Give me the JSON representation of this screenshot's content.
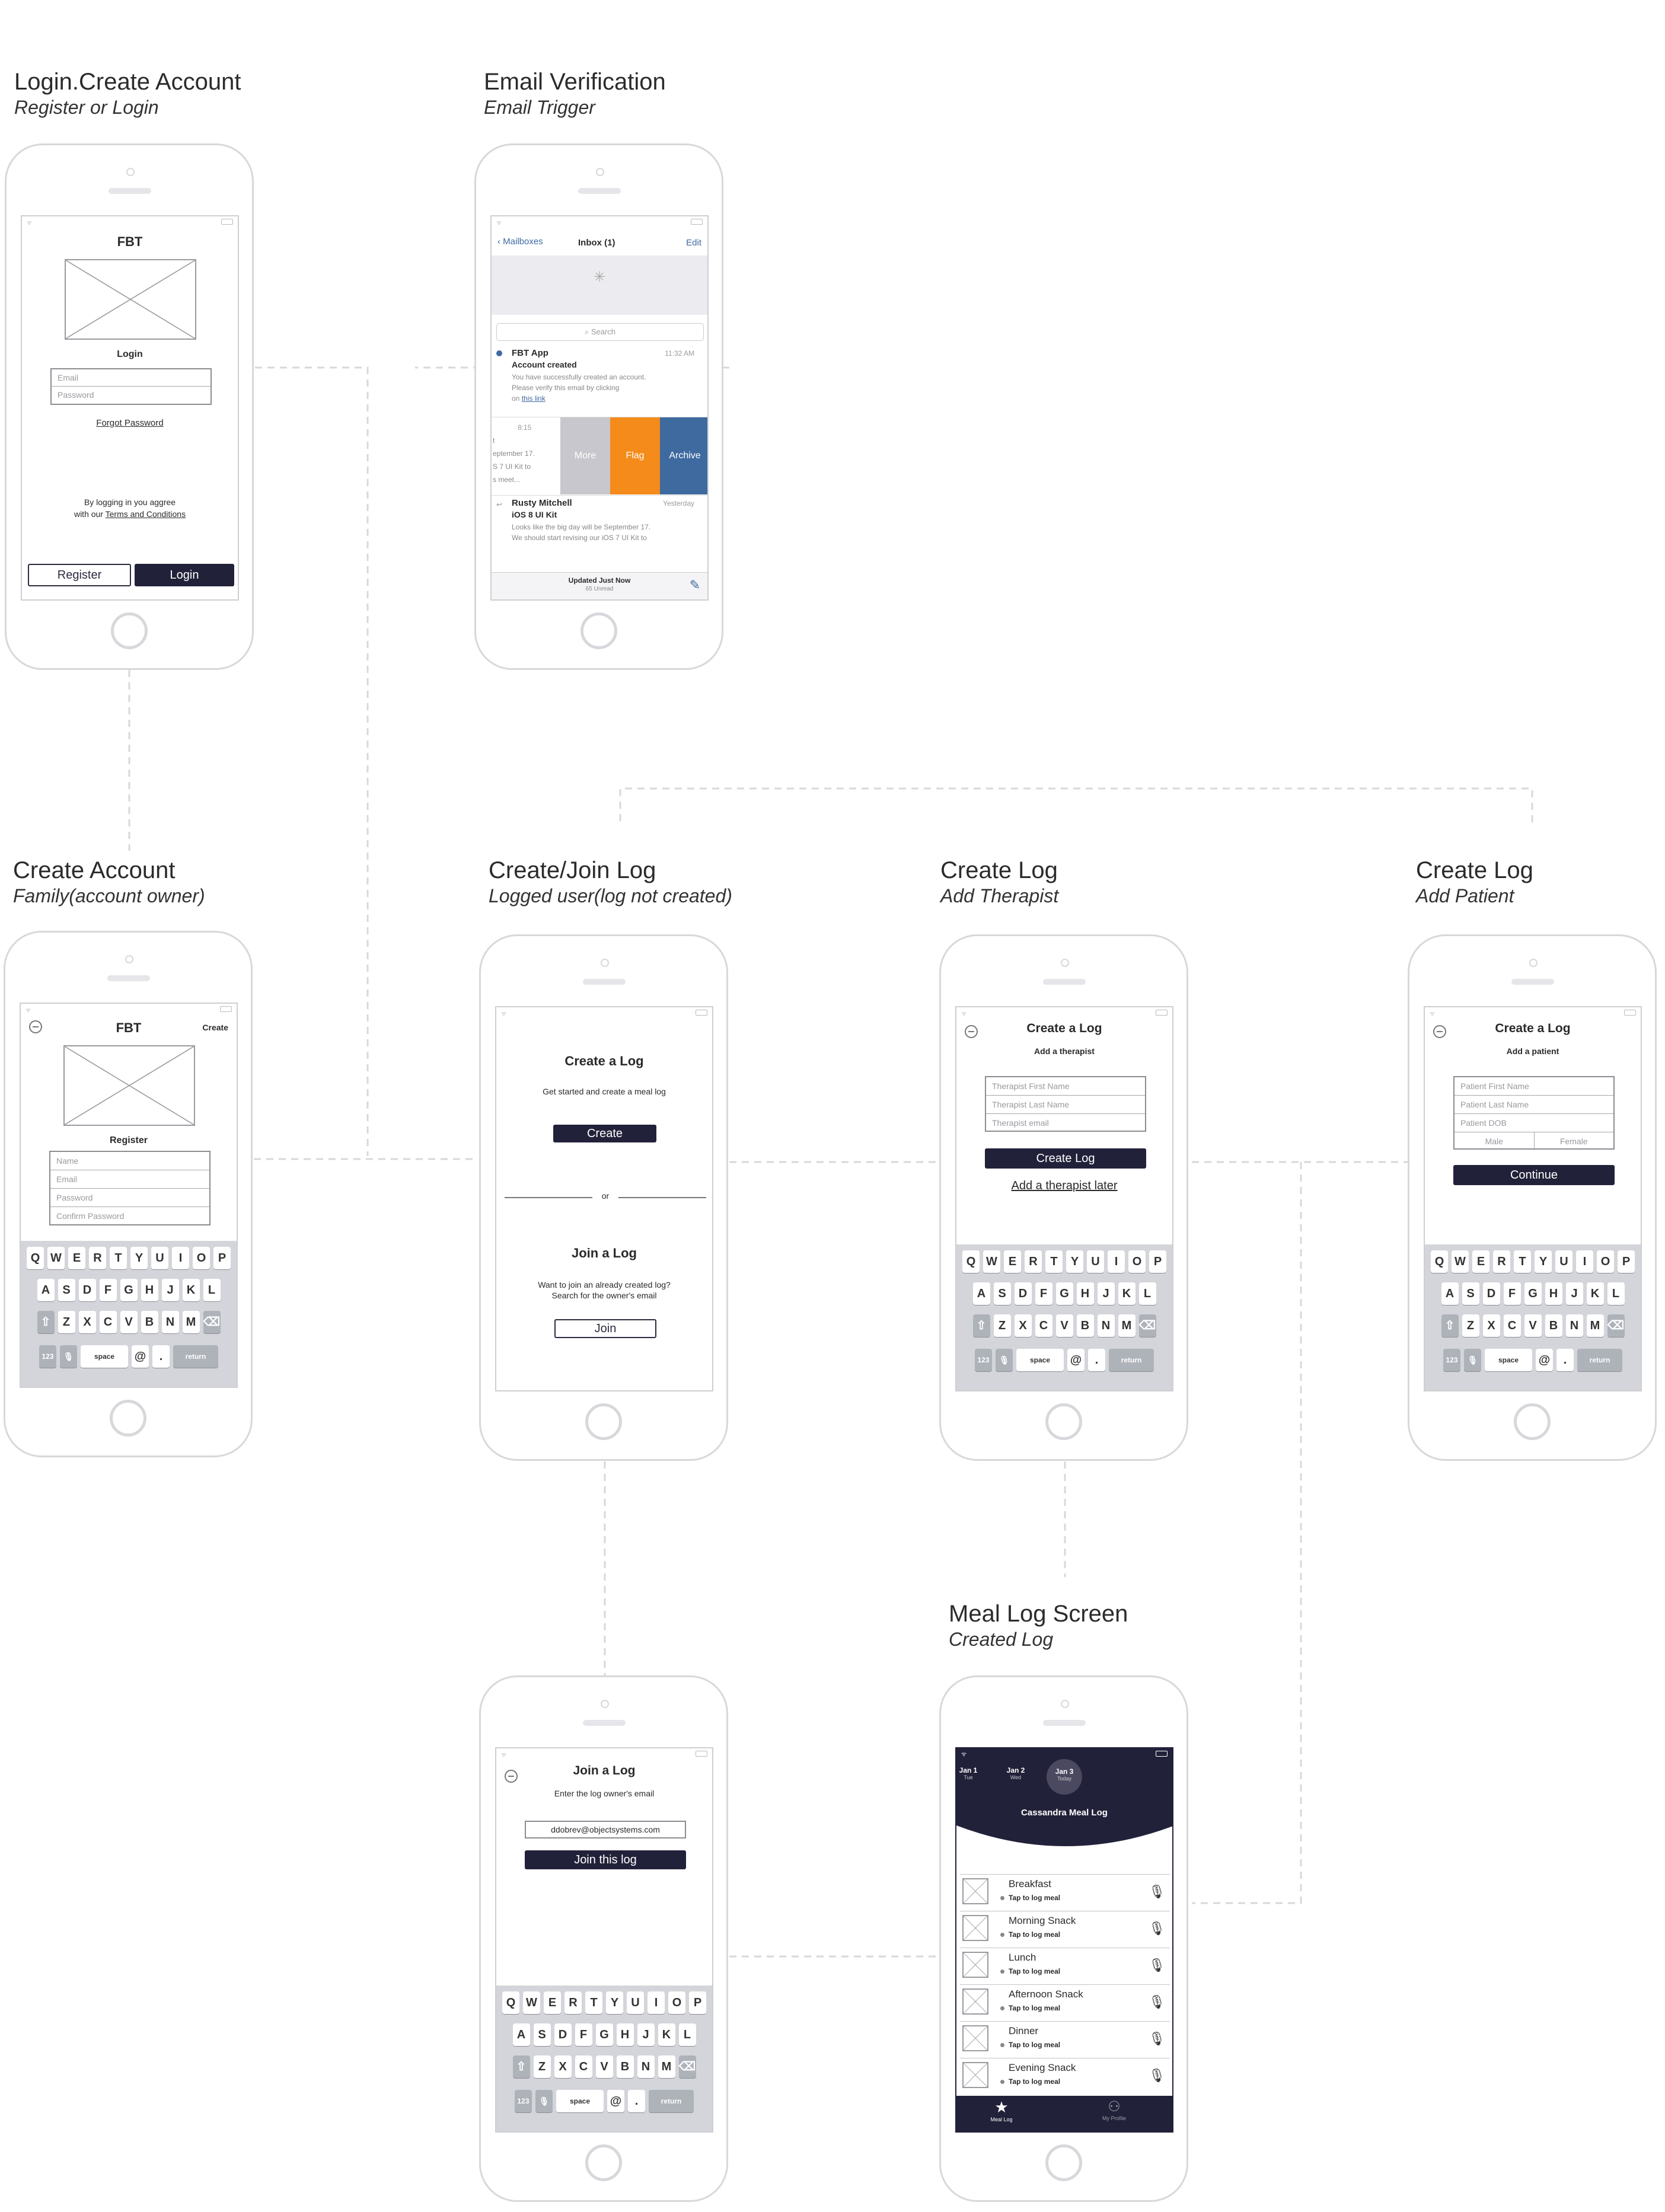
{
  "colors": {
    "dark": "#22213a",
    "flag": "#f58b1a",
    "archive": "#3e6aa0",
    "more": "#c7c7cd",
    "connector": "#d6d6d6"
  },
  "sections": [
    {
      "title": "Login.Create Account",
      "subtitle": "Register or Login"
    },
    {
      "title": "Email Verification",
      "subtitle": "Email Trigger"
    },
    {
      "title": "Create Account",
      "subtitle": "Family(account owner)"
    },
    {
      "title": "Create/Join Log",
      "subtitle": "Logged user(log not created)"
    },
    {
      "title": "Create Log",
      "subtitle": "Add Therapist"
    },
    {
      "title": "Create Log",
      "subtitle": "Add Patient"
    },
    {
      "title": "Meal Log Screen",
      "subtitle": "Created Log"
    }
  ],
  "keyboard": {
    "row1": [
      "Q",
      "W",
      "E",
      "R",
      "T",
      "Y",
      "U",
      "I",
      "O",
      "P"
    ],
    "row2": [
      "A",
      "S",
      "D",
      "F",
      "G",
      "H",
      "J",
      "K",
      "L"
    ],
    "row3": [
      "Z",
      "X",
      "C",
      "V",
      "B",
      "N",
      "M"
    ],
    "k123": "123",
    "space": "space",
    "at": "@",
    "dot": ".",
    "return": "return"
  },
  "login": {
    "app": "FBT",
    "heading": "Login",
    "email_ph": "Email",
    "password_ph": "Password",
    "forgot": "Forgot Password",
    "agree_line1": "By logging in you aggree",
    "agree_pre": "with our ",
    "terms": "Terms and Conditions",
    "register": "Register",
    "login": "Login"
  },
  "email": {
    "back": "Mailboxes",
    "inbox": "Inbox (1)",
    "edit": "Edit",
    "search": "Search",
    "msg1": {
      "from": "FBT App",
      "time": "11:32 AM",
      "subject": "Account created",
      "body1": "You have successfully created an account.",
      "body2": "Please verify this email by clicking",
      "body3_pre": "on ",
      "body3_link": "this link"
    },
    "msg2": {
      "time": "8:15",
      "l1": "t",
      "l2": "eptember 17.",
      "l3": "S 7 UI Kit to",
      "l4": "s meet...",
      "more": "More",
      "flag": "Flag",
      "archive": "Archive"
    },
    "msg3": {
      "from": "Rusty Mitchell",
      "time": "Yesterday",
      "subject": "iOS 8 UI Kit",
      "body1": "Looks like the big day will be September 17.",
      "body2": "We should start revising our iOS 7 UI Kit to"
    },
    "updated": "Updated Just Now",
    "unread": "65 Unread"
  },
  "create_account": {
    "app": "FBT",
    "create": "Create",
    "heading": "Register",
    "fields": [
      "Name",
      "Email",
      "Password",
      "Confirm Password"
    ]
  },
  "create_join": {
    "create_title": "Create a Log",
    "create_sub": "Get started and create a meal log",
    "create_btn": "Create",
    "or": "or",
    "join_title": "Join a Log",
    "join_sub1": "Want to join an already created log?",
    "join_sub2": "Search for the owner's email",
    "join_btn": "Join"
  },
  "therapist": {
    "title": "Create a Log",
    "sub": "Add a therapist",
    "fields": [
      "Therapist First Name",
      "Therapist Last Name",
      "Therapist email"
    ],
    "btn": "Create Log",
    "later": "Add a therapist later"
  },
  "patient": {
    "title": "Create a Log",
    "sub": "Add a patient",
    "fields": [
      "Patient First Name",
      "Patient Last Name",
      "Patient DOB"
    ],
    "male": "Male",
    "female": "Female",
    "btn": "Continue"
  },
  "join": {
    "title": "Join a Log",
    "sub": "Enter the log owner's email",
    "email": "ddobrev@objectsystems.com",
    "btn": "Join this log"
  },
  "meal": {
    "days": [
      {
        "d": "Jan 1",
        "w": "Tue"
      },
      {
        "d": "Jan 2",
        "w": "Wed"
      },
      {
        "d": "Jan 3",
        "w": "Today"
      }
    ],
    "title": "Cassandra Meal Log",
    "rows": [
      {
        "name": "Breakfast",
        "tap": "Tap to log meal"
      },
      {
        "name": "Morning Snack",
        "tap": "Tap to log meal"
      },
      {
        "name": "Lunch",
        "tap": "Tap to log meal"
      },
      {
        "name": "Afternoon Snack",
        "tap": "Tap to log meal"
      },
      {
        "name": "Dinner",
        "tap": "Tap to log meal"
      },
      {
        "name": "Evening Snack",
        "tap": "Tap to log meal"
      }
    ],
    "tab1": "Meal Log",
    "tab2": "My Profile"
  }
}
